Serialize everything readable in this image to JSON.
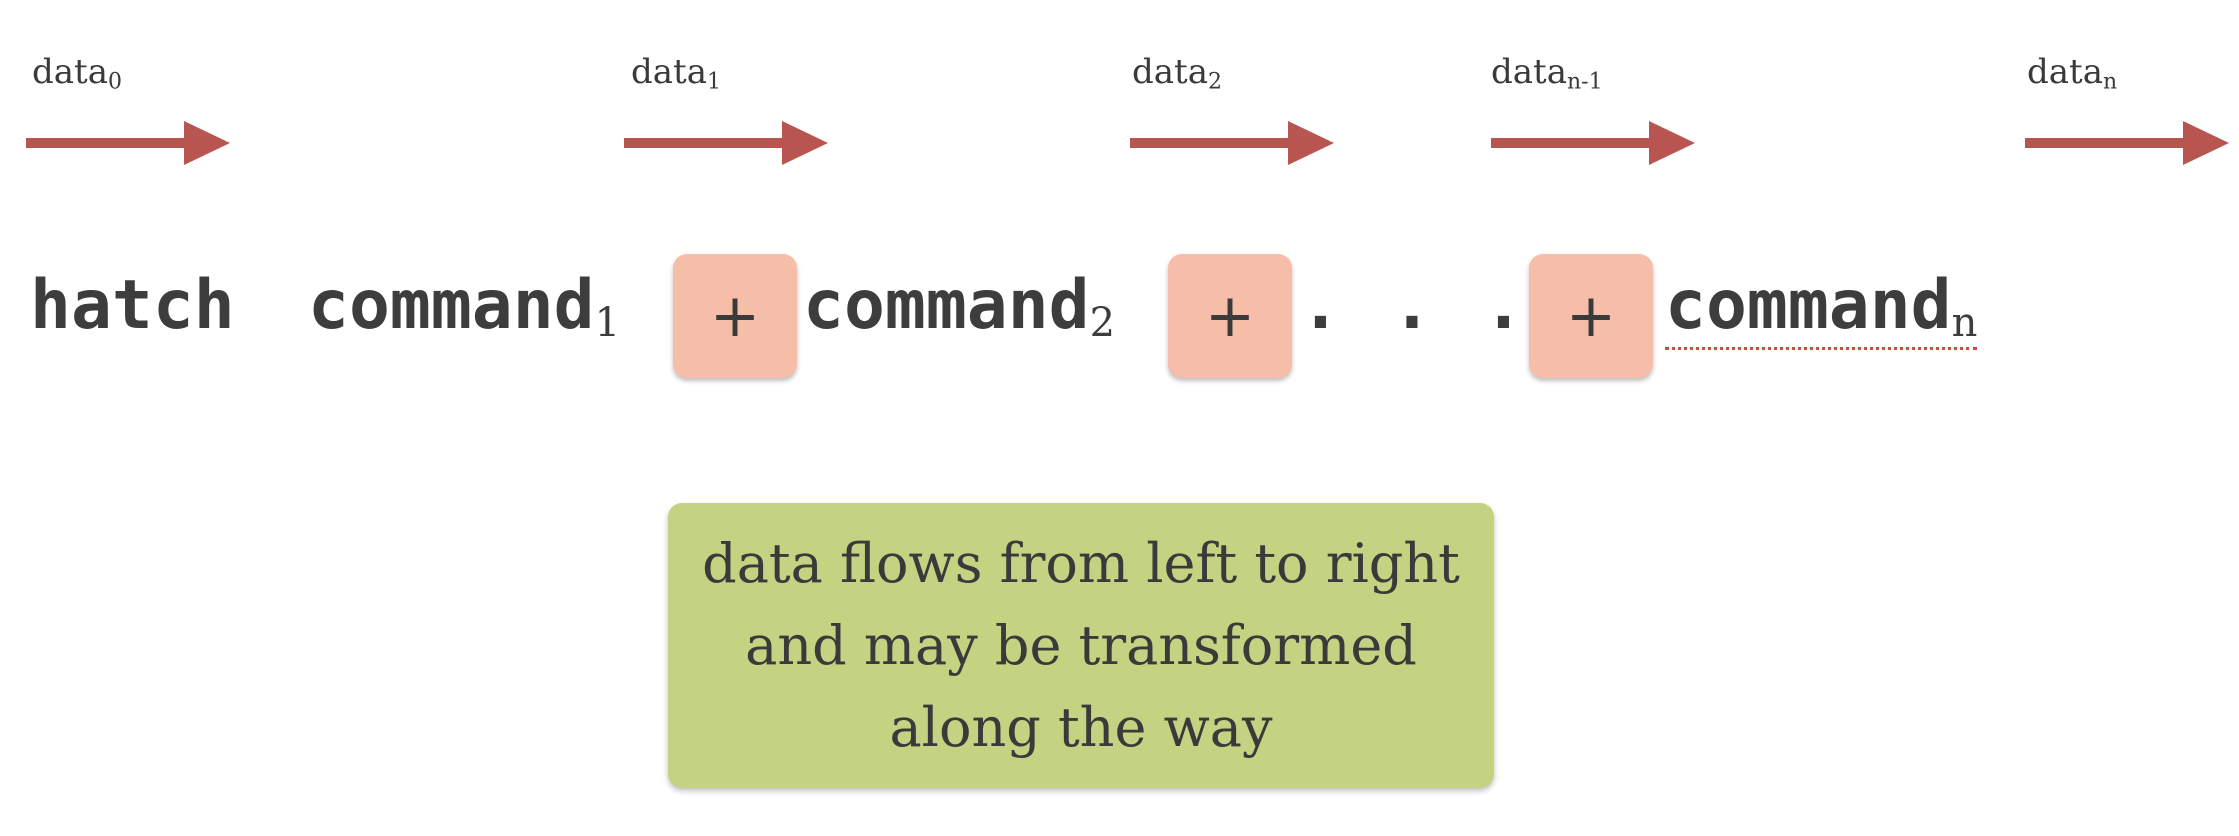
{
  "flow_labels": [
    {
      "base": "data",
      "sub": "0"
    },
    {
      "base": "data",
      "sub": "1"
    },
    {
      "base": "data",
      "sub": "2"
    },
    {
      "base": "data",
      "sub": "n-1"
    },
    {
      "base": "data",
      "sub": "n"
    }
  ],
  "command_line": {
    "program": "hatch",
    "commands": [
      {
        "base": "command",
        "sub": "1"
      },
      {
        "base": "command",
        "sub": "2"
      },
      {
        "base": "command",
        "sub": "n"
      }
    ],
    "operator": "+",
    "ellipsis": [
      ".",
      ".",
      "."
    ]
  },
  "note": {
    "lines": [
      "data flows from left to right",
      "and may be transformed",
      "along the way"
    ]
  },
  "colors": {
    "arrow": "#b85550",
    "operator_box": "#f6bda8",
    "note_box": "#c3d381",
    "text": "#3a3a3a"
  }
}
